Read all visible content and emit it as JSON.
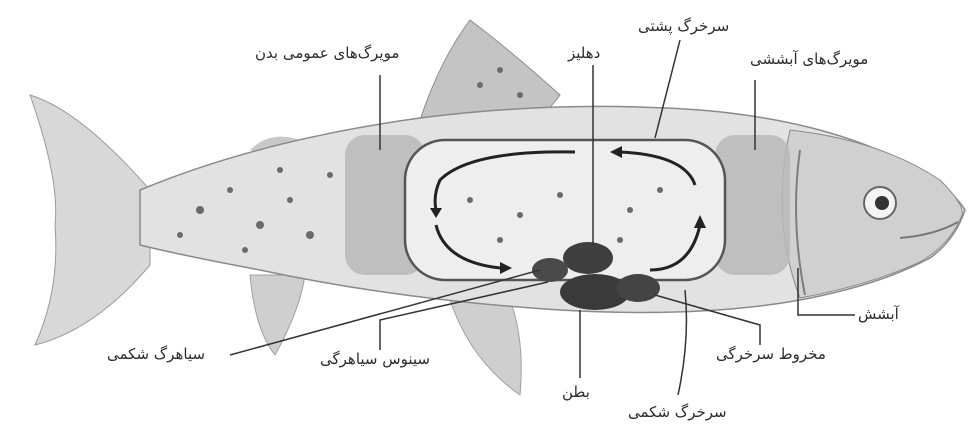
{
  "diagram": {
    "labels": {
      "body_capillaries": "مویرگ‌های عمومی بدن",
      "dorsal_aorta": "سرخرگ پشتی",
      "atrium": "دهلیز",
      "gill_capillaries": "مویرگ‌های آبششی",
      "gill": "آبشش",
      "ventral_vein": "سیاهرگ شکمی",
      "sinus_venosus": "سینوس سیاهرگی",
      "conus_arteriosus": "مخروط سرخرگی",
      "ventricle": "بطن",
      "ventral_aorta": "سرخرگ شکمی"
    }
  }
}
